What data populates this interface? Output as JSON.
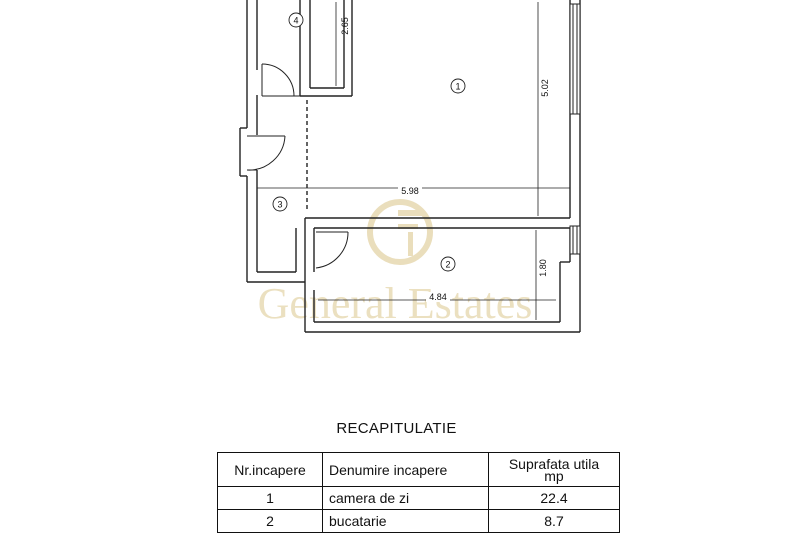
{
  "rooms": [
    {
      "number": "1"
    },
    {
      "number": "2"
    },
    {
      "number": "3"
    },
    {
      "number": "4"
    }
  ],
  "dimensions": [
    "2.65",
    "5.02",
    "5.98",
    "1.80",
    "4.84"
  ],
  "watermark": {
    "line1": "General Estates"
  },
  "colors": {
    "wall": "#222222",
    "watermark": "#e3d3a6"
  },
  "recap": {
    "title": "RECAPITULATIE",
    "headers": {
      "nr": "Nr.incapere",
      "name": "Denumire incapere",
      "area_line1": "Suprafata utila",
      "area_line2": "mp"
    },
    "rows": [
      {
        "nr": "1",
        "name": "camera de zi",
        "area": "22.4"
      },
      {
        "nr": "2",
        "name": "bucatarie",
        "area": "8.7"
      }
    ]
  }
}
